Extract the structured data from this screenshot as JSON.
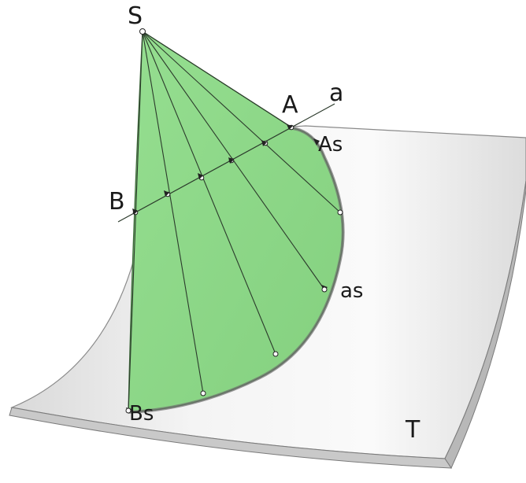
{
  "labels": {
    "apex": "S",
    "point_a_upper": "A",
    "line_a": "a",
    "point_as_upper": "As",
    "point_b": "B",
    "point_as_lower": "as",
    "point_bs": "Bs",
    "surface_t": "T"
  },
  "colors": {
    "cone_fill": "#8fd98b",
    "cone_edge": "#4a7a46",
    "surface_fill": "#ececec",
    "surface_edge": "#7a7a7a"
  }
}
